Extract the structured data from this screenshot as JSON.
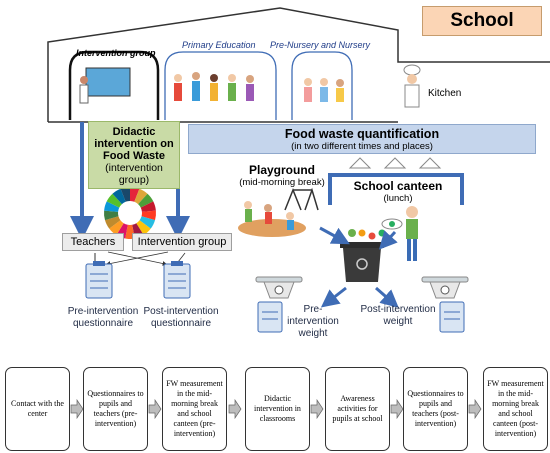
{
  "header": {
    "school_label": "School"
  },
  "rooms": {
    "intervention_group": "Intervention group",
    "primary_education": "Primary Education",
    "pre_nursery": "Pre-Nursery and Nursery",
    "kitchen": "Kitchen"
  },
  "didactic": {
    "title": "Didactic intervention on Food Waste",
    "sub": "(intervention group)"
  },
  "quantification": {
    "title": "Food waste quantification",
    "sub": "(in two different times and places)"
  },
  "playground": {
    "title": "Playground",
    "sub": "(mid-morning break)"
  },
  "canteen": {
    "title": "School canteen",
    "sub": "(lunch)"
  },
  "participants": {
    "teachers": "Teachers",
    "group": "Intervention group"
  },
  "questionnaires": {
    "pre": "Pre-intervention questionnaire",
    "post": "Post-intervention questionnaire"
  },
  "weights": {
    "pre": "Pre-intervention weight",
    "post": "Post-intervention weight"
  },
  "steps": [
    "Contact with the center",
    "Questionnaires to pupils and teachers (pre-intervention)",
    "FW measurement in the mid-morning break and school canteen (pre-intervention)",
    "Didactic intervention in classrooms",
    "Awareness activities for pupils at school",
    "Questionnaires to pupils and teachers (post-intervention)",
    "FW measurement in the mid-morning break and school canteen (post-intervention)"
  ],
  "colors": {
    "didactic_bg": "#c9dba6",
    "quant_bg": "#c5d5ec",
    "school_bg": "#fbd5b5",
    "arrow_blue": "#3f6cb5"
  }
}
